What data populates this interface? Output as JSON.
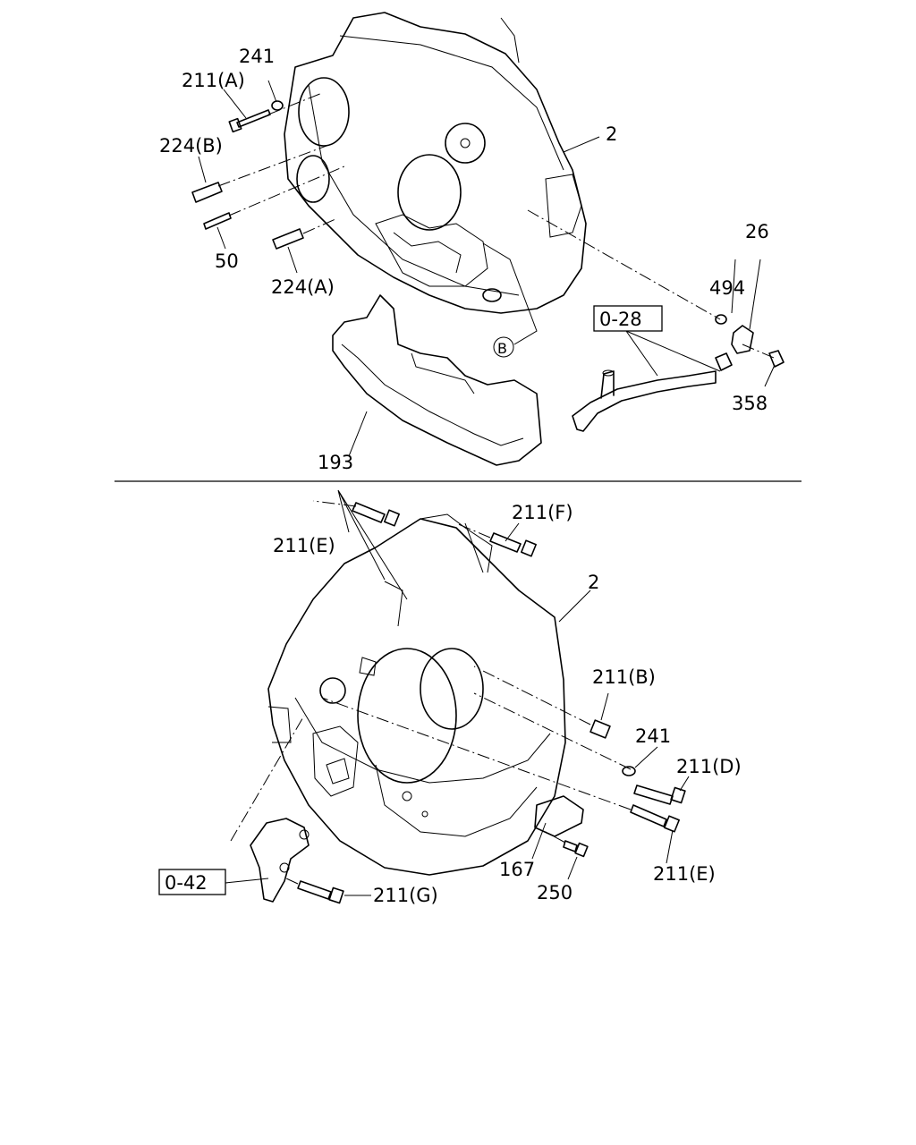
{
  "top_view": {
    "labels": {
      "bolt_211a": "211(A)",
      "washer_241": "241",
      "stud_224b": "224(B)",
      "stud_50": "50",
      "stud_224a": "224(A)",
      "housing_2": "2",
      "group_26": "26",
      "oring_494": "494",
      "ref_028": "0-28",
      "bolt_358": "358",
      "marker_b": "B",
      "cover_193": "193"
    }
  },
  "bottom_view": {
    "labels": {
      "bolt_211e_top": "211(E)",
      "bolt_211f": "211(F)",
      "housing_2": "2",
      "bolt_211b": "211(B)",
      "washer_241": "241",
      "bolt_211d": "211(D)",
      "bolt_211e_bottom": "211(E)",
      "cover_167": "167",
      "bolt_250": "250",
      "ref_042": "0-42",
      "bolt_211g": "211(G)"
    }
  }
}
